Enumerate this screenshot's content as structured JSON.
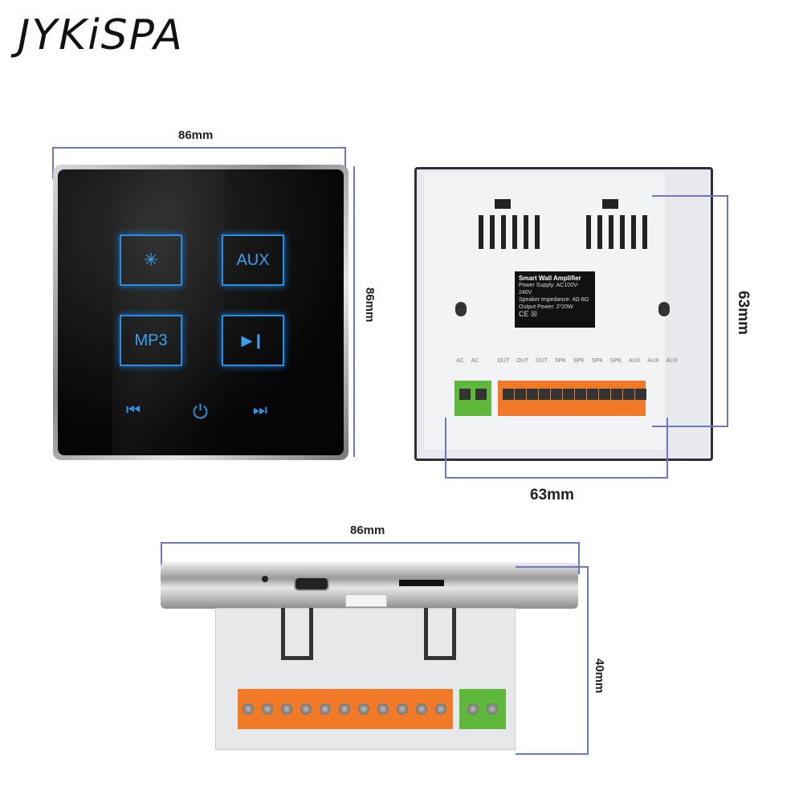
{
  "brand": {
    "name": "JYKiSPA"
  },
  "front_view": {
    "width_label": "86mm",
    "height_label": "86mm",
    "buttons": [
      {
        "name": "bluetooth",
        "icon": "bluetooth-icon",
        "label": "✳"
      },
      {
        "name": "aux",
        "icon": "aux-label",
        "label": "AUX"
      },
      {
        "name": "mp3",
        "icon": "mp3-label",
        "label": "MP3"
      },
      {
        "name": "play-pause",
        "icon": "play-pause-icon",
        "label": "▶❙"
      }
    ],
    "controls": {
      "prev": "⏮",
      "power": "⏻",
      "next": "⏭"
    },
    "accent_color": "#2a8de2"
  },
  "back_view": {
    "height_label": "63mm",
    "width_label": "63mm",
    "sticker": {
      "title": "Smart Wall Amplifier",
      "power_supply": "Power Supply: AC100V-240V",
      "impedance": "Speaker Impedance: 4Ω-8Ω",
      "output": "Output Power: 2*20W",
      "marks": "CE ☒"
    },
    "terminal_labels": [
      "AC",
      "AC",
      "OUT",
      "OUT",
      "OUT",
      "SPK",
      "SPK",
      "SPK",
      "SPK",
      "AUX",
      "AUX",
      "AUX"
    ]
  },
  "side_view": {
    "width_label": "86mm",
    "depth_label": "40mm"
  }
}
